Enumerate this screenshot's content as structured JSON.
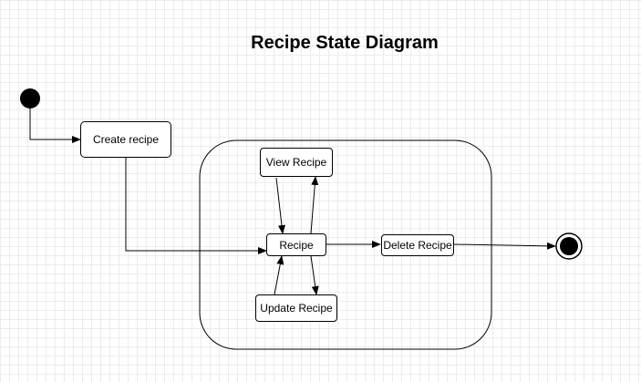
{
  "title": "Recipe State Diagram",
  "states": {
    "create": "Create recipe",
    "view": "View Recipe",
    "recipe": "Recipe",
    "update": "Update Recipe",
    "delete": "Delete Recipe"
  },
  "colors": {
    "line": "#000000",
    "background": "#ffffff",
    "grid": "#ececec"
  }
}
